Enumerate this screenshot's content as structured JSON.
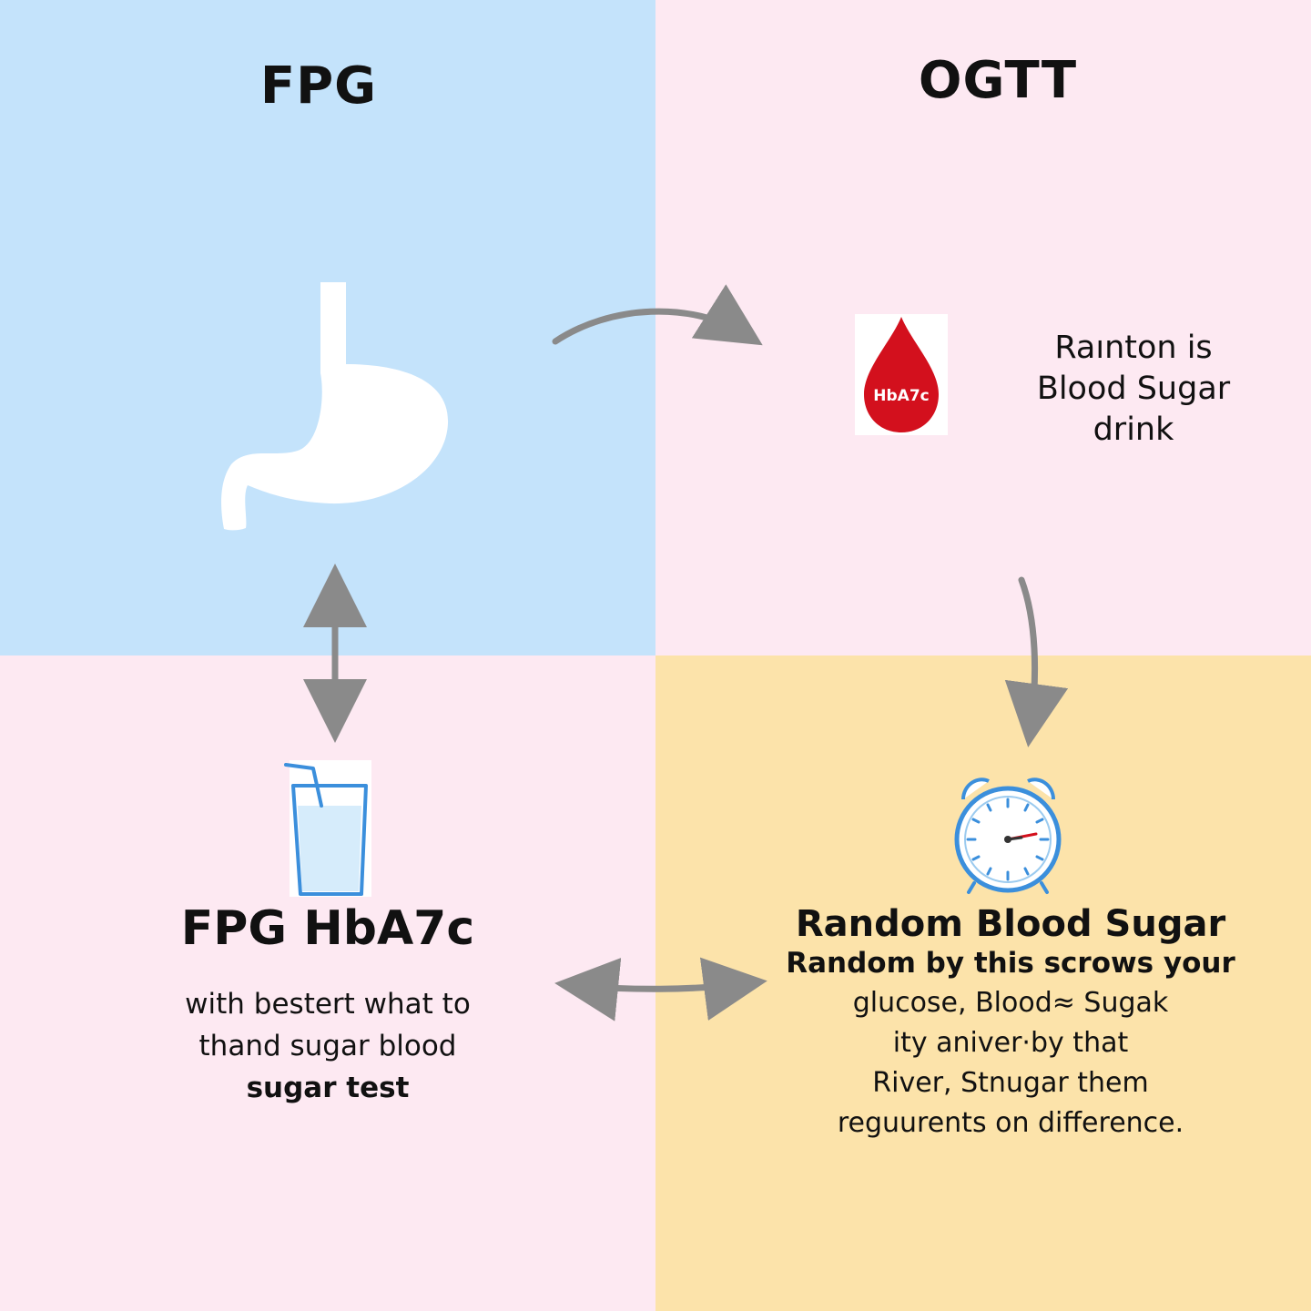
{
  "colors": {
    "top_left_bg": "#c4e3fb",
    "top_right_bg": "#fde9f2",
    "bottom_left_bg": "#fde9f2",
    "bottom_right_bg": "#fce3aa",
    "arrow": "#8a8a8a",
    "drop": "#d3101d",
    "icon_blue": "#3b8fdc"
  },
  "top_left": {
    "title": "FPG",
    "icon": "stomach-icon"
  },
  "top_right": {
    "title": "OGTT",
    "drop_label": "HbA7c",
    "text_lines": [
      "Raınton is",
      "Blood Sugar",
      "drink"
    ]
  },
  "bottom_left": {
    "heading": "FPG HbA7c",
    "body_lines": [
      "with bestert what to",
      "thand sugar blood",
      "sugar  test"
    ],
    "icon": "glass-icon"
  },
  "bottom_right": {
    "heading": "Random Blood Sugar",
    "subheading": "Random by this scrows your",
    "body_lines": [
      "glucose, Blood≈ Sugak",
      "ity aniver·by  that",
      "River, Stnugar them",
      "reguurents on diﬀerence."
    ],
    "icon": "alarm-clock-icon"
  }
}
